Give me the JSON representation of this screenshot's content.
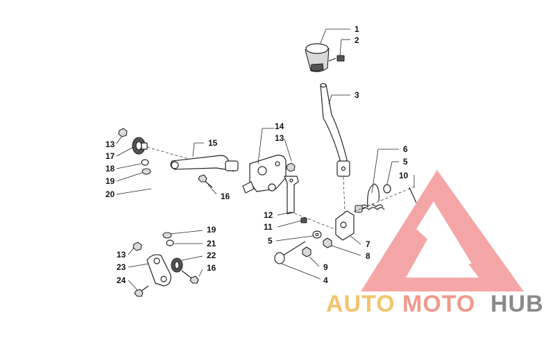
{
  "diagram": {
    "callouts": [
      {
        "id": "c1",
        "text": "1"
      },
      {
        "id": "c2",
        "text": "2"
      },
      {
        "id": "c3",
        "text": "3"
      },
      {
        "id": "c14",
        "text": "14"
      },
      {
        "id": "c13a",
        "text": "13"
      },
      {
        "id": "c15",
        "text": "15"
      },
      {
        "id": "c6",
        "text": "6"
      },
      {
        "id": "c5a",
        "text": "5"
      },
      {
        "id": "c10",
        "text": "10"
      },
      {
        "id": "c13b",
        "text": "13"
      },
      {
        "id": "c17",
        "text": "17"
      },
      {
        "id": "c18",
        "text": "18"
      },
      {
        "id": "c19a",
        "text": "19"
      },
      {
        "id": "c20",
        "text": "20"
      },
      {
        "id": "c16a",
        "text": "16"
      },
      {
        "id": "c12",
        "text": "12"
      },
      {
        "id": "c11",
        "text": "11"
      },
      {
        "id": "c5b",
        "text": "5"
      },
      {
        "id": "c7",
        "text": "7"
      },
      {
        "id": "c8",
        "text": "8"
      },
      {
        "id": "c9",
        "text": "9"
      },
      {
        "id": "c4",
        "text": "4"
      },
      {
        "id": "c19b",
        "text": "19"
      },
      {
        "id": "c21",
        "text": "21"
      },
      {
        "id": "c22",
        "text": "22"
      },
      {
        "id": "c16b",
        "text": "16"
      },
      {
        "id": "c13c",
        "text": "13"
      },
      {
        "id": "c23",
        "text": "23"
      },
      {
        "id": "c24",
        "text": "24"
      }
    ]
  },
  "watermark": {
    "part1": "AUTO",
    "part2": "MOTO",
    "part3": "HUB",
    "colors": {
      "auto": "#f2c46d",
      "moto": "#f09a8c",
      "hub": "#8a8a8a",
      "logo": "#ec5f5f"
    }
  }
}
